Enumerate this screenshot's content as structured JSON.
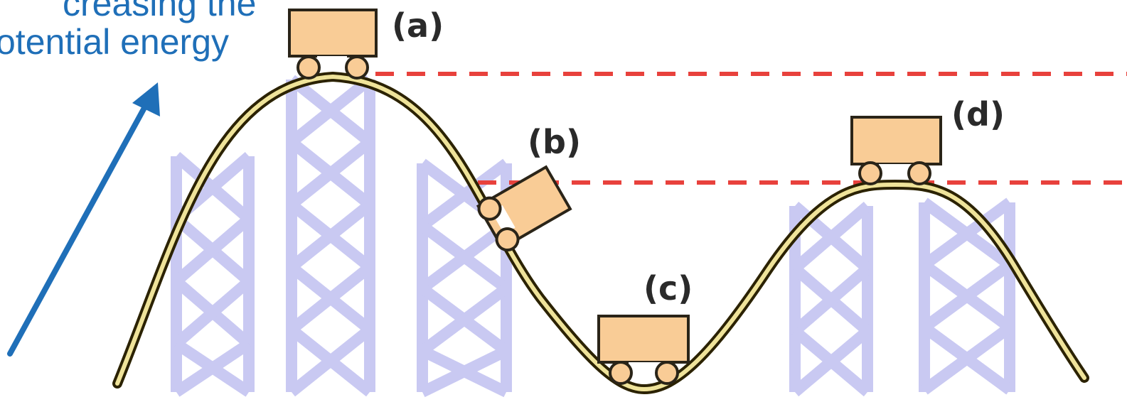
{
  "caption": {
    "line1": "creasing the",
    "line2": "otential energy",
    "color": "#1f6fb8"
  },
  "labels": {
    "a": "(a)",
    "b": "(b)",
    "c": "(c)",
    "d": "(d)"
  },
  "colors": {
    "track_outer": "#2b2200",
    "track_inner": "#efe39a",
    "support": "#c9c9f2",
    "cart_body": "#f9cc96",
    "cart_outline": "#2a2418",
    "reference_line": "#e8413c",
    "arrow": "#1f6fb8"
  }
}
